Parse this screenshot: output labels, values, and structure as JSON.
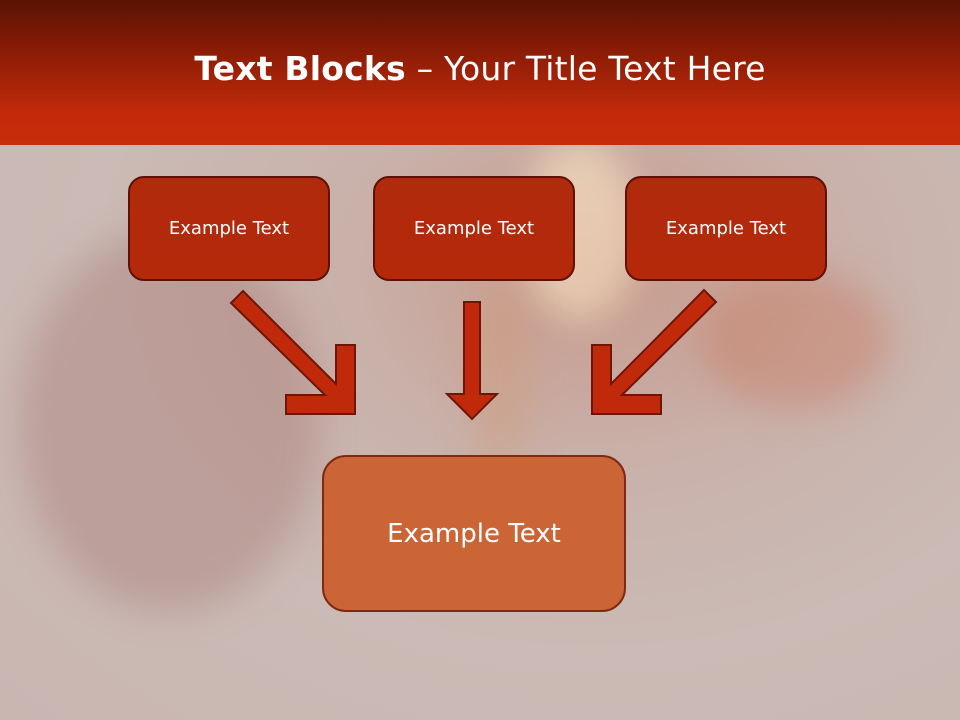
{
  "title": {
    "bold": "Text Blocks",
    "separator": " – ",
    "rest": "Your Title Text Here"
  },
  "boxes": {
    "left": "Example Text",
    "center": "Example Text",
    "right": "Example Text",
    "bottom": "Example Text"
  },
  "colors": {
    "header": "#c42a0a",
    "box_fill": "#b02a0c",
    "box_border": "#5e1106",
    "bottom_box_fill": "#cb6535",
    "arrow": "#c0290a"
  }
}
